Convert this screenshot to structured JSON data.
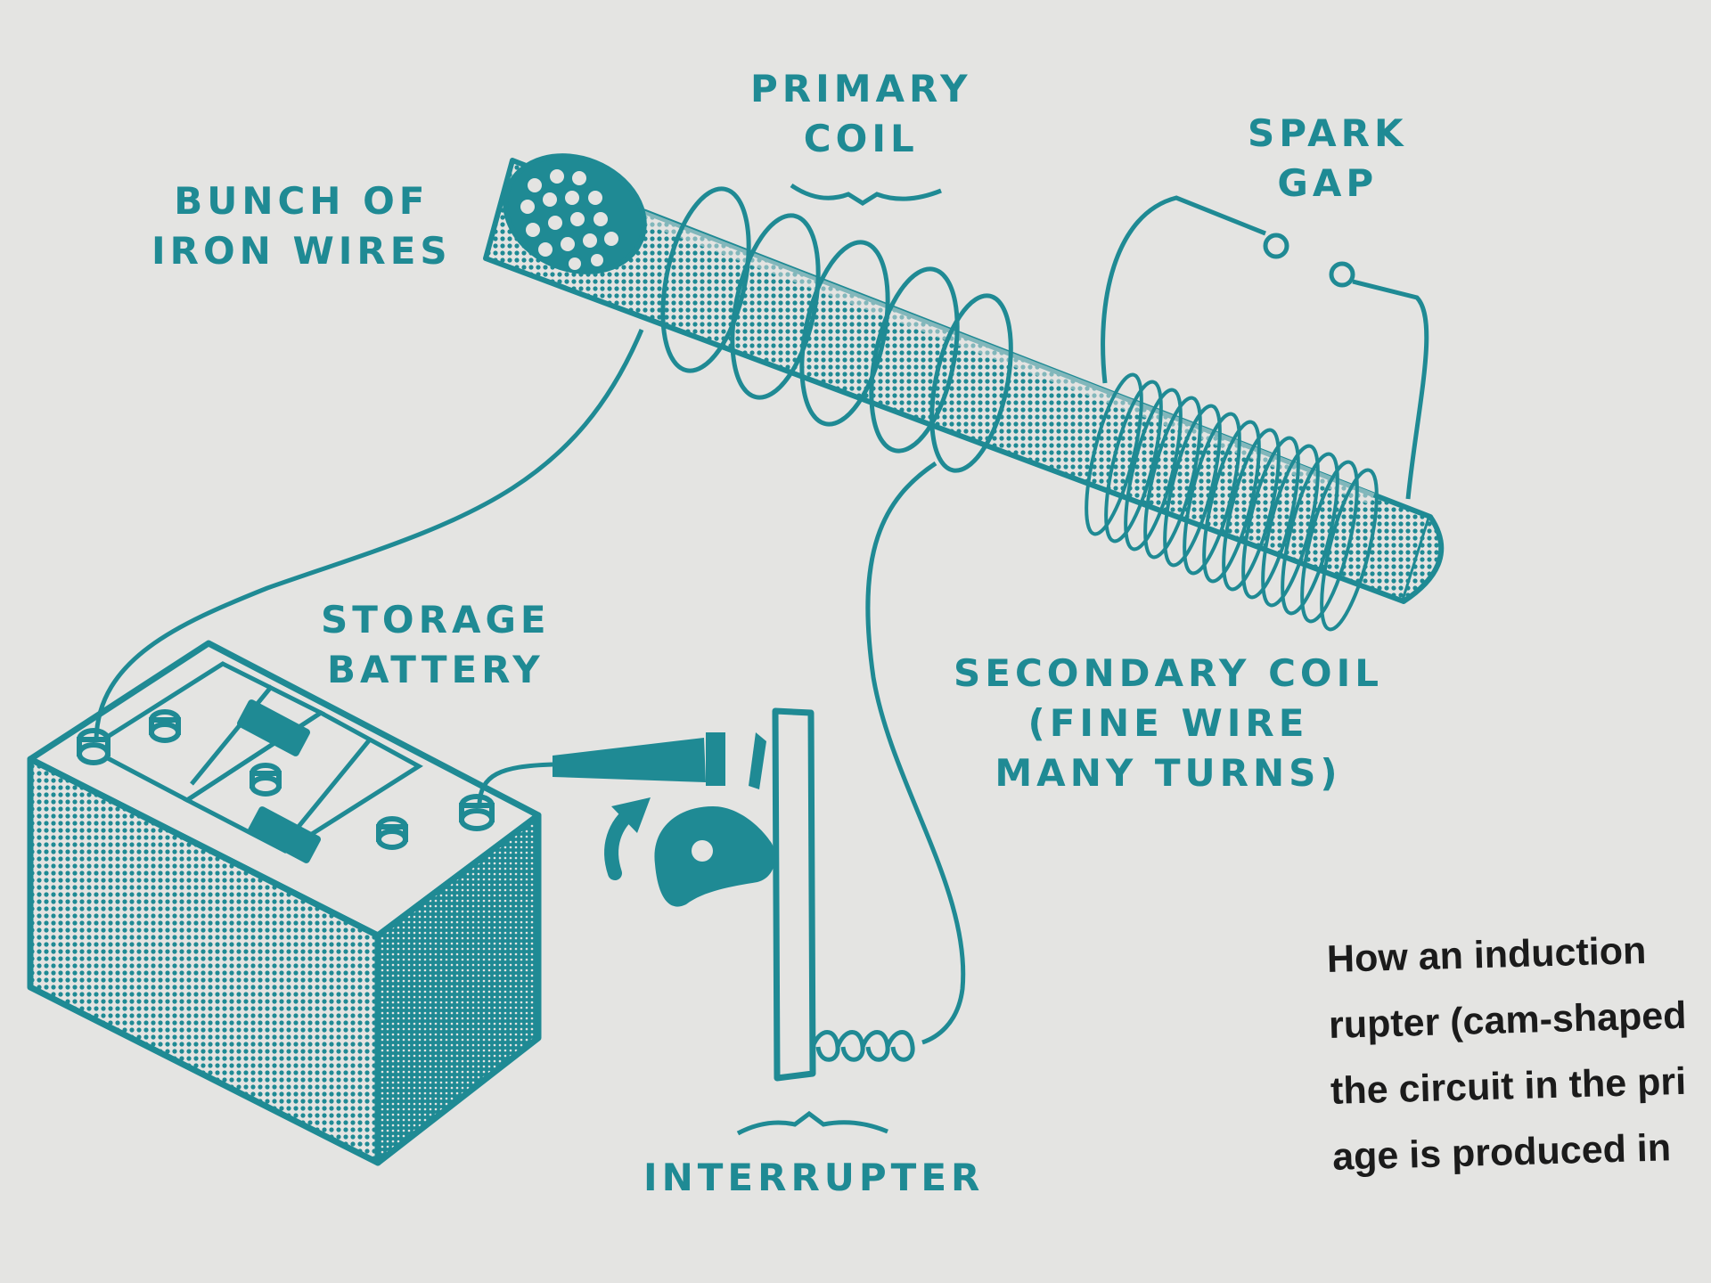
{
  "diagram": {
    "labels": {
      "primary_coil": [
        "PRIMARY",
        "COIL"
      ],
      "spark_gap": [
        "SPARK",
        "GAP"
      ],
      "iron_wires": [
        "BUNCH OF",
        "IRON WIRES"
      ],
      "storage_battery": [
        "STORAGE",
        "BATTERY"
      ],
      "secondary_coil": [
        "SECONDARY COIL",
        "(FINE WIRE",
        "MANY TURNS)"
      ],
      "interrupter": [
        "INTERRUPTER"
      ]
    },
    "caption_lines": [
      "How an induction",
      "rupter (cam-shaped",
      "the circuit in the pri",
      "age is produced in"
    ],
    "colors": {
      "ink": "#1f8a94",
      "paper": "#e4e4e2",
      "caption_text": "#1b1b1b"
    }
  }
}
